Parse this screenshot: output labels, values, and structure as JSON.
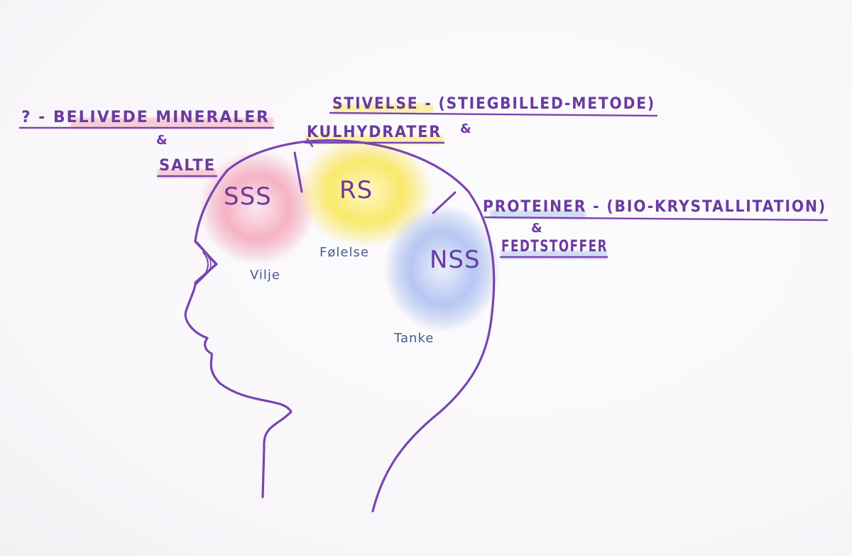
{
  "colors": {
    "ink": "#6b3aa0",
    "blue_ink": "#4a5a90",
    "pink": "#f08aa6",
    "yellow": "#f7e34a",
    "blue": "#8aa6e8",
    "background": "#faf8fb"
  },
  "left_note": {
    "line1": "? - BELIVEDE MINERALER",
    "amp": "&",
    "line2": "SALTE"
  },
  "top_note": {
    "line1": "STIVELSE - (STIEGBILLED-METODE)",
    "line2": "KULHYDRATER",
    "amp": "&"
  },
  "right_note": {
    "line1": "PROTEINER - (BIO-KRYSTALLITATION)",
    "amp": "&",
    "line2": "FEDTSTOFFER"
  },
  "regions": {
    "sss": {
      "label": "SSS",
      "caption": "Vilje"
    },
    "rs": {
      "label": "RS",
      "caption": "Følelse"
    },
    "nss": {
      "label": "NSS",
      "caption": "Tanke"
    }
  }
}
